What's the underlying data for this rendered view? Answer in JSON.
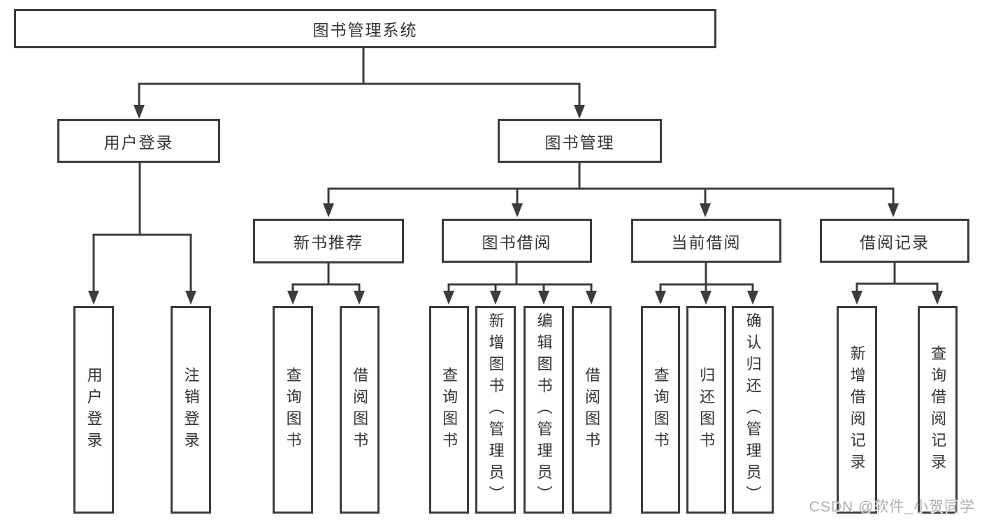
{
  "root": {
    "label": "图书管理系统"
  },
  "branches": [
    {
      "label": "用户登录",
      "children": [
        {
          "label": "用户登录"
        },
        {
          "label": "注销登录"
        }
      ]
    },
    {
      "label": "图书管理",
      "children": [
        {
          "label": "新书推荐",
          "children": [
            {
              "label": "查询图书"
            },
            {
              "label": "借阅图书"
            }
          ]
        },
        {
          "label": "图书借阅",
          "children": [
            {
              "label": "查询图书"
            },
            {
              "label": "新增图书（管理员）"
            },
            {
              "label": "编辑图书（管理员）"
            },
            {
              "label": "借阅图书"
            }
          ]
        },
        {
          "label": "当前借阅",
          "children": [
            {
              "label": "查询图书"
            },
            {
              "label": "归还图书"
            },
            {
              "label": "确认归还（管理员）"
            }
          ]
        },
        {
          "label": "借阅记录",
          "children": [
            {
              "label": "新增借阅记录"
            },
            {
              "label": "查询借阅记录"
            }
          ]
        }
      ]
    }
  ],
  "watermark": {
    "text": "CSDN @软件_小贺同学",
    "color": "#aeaeae"
  },
  "colors": {
    "line": "#3c3c3c",
    "border": "#3c3c3c",
    "text": "#333333",
    "background": "#ffffff"
  }
}
